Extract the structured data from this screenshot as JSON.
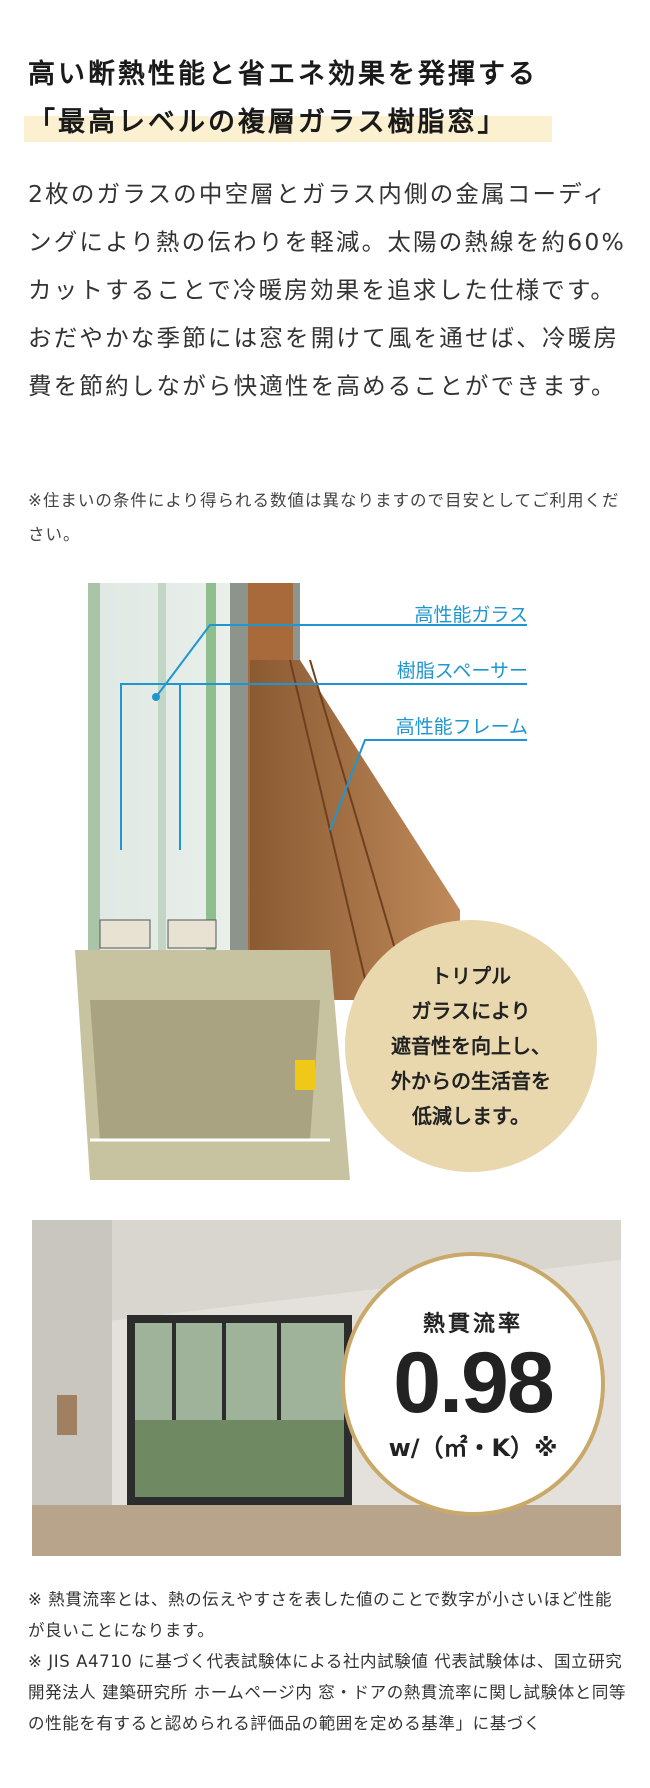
{
  "heading": {
    "line1": "高い断熱性能と省エネ効果を発揮する",
    "line2": "「最高レベルの複層ガラス樹脂窓」"
  },
  "body_text": "2枚のガラスの中空層とガラス内側の金属コーディングにより熱の伝わりを軽減。太陽の熱線を約60%カットすることで冷暖房効果を追求した仕様です。おだやかな季節には窓を開けて風を通せば、冷暖房費を節約しながら快適性を高めることができます。",
  "note": "※住まいの条件により得られる数値は異なりますので目安としてご利用ください。",
  "diagram": {
    "labels": [
      "高性能ガラス",
      "樹脂スペーサー",
      "高性能フレーム"
    ],
    "callout_lines": [
      "トリプル",
      "ガラスにより",
      "遮音性を向上し、",
      "外からの生活音を",
      "低減します。"
    ]
  },
  "badge": {
    "label": "熱貫流率",
    "value": "0.98",
    "unit": "w/（㎡・K）※"
  },
  "footnotes": [
    "※ 熱貫流率とは、熱の伝えやすさを表した値のことで数字が小さいほど性能が良いことになります。",
    "※ JIS A4710 に基づく代表試験体による社内試験値 代表試験体は、国立研究開発法人 建築研究所 ホームページ内 窓・ドアの熱貫流率に関し試験体と同等の性能を有すると認められる評価品の範囲を定める基準」に基づく"
  ],
  "colors": {
    "accent_blue": "#1f96cf",
    "highlight": "#fbf0cf",
    "callout_bg": "#e9d8ae",
    "badge_border": "#c9a969"
  }
}
